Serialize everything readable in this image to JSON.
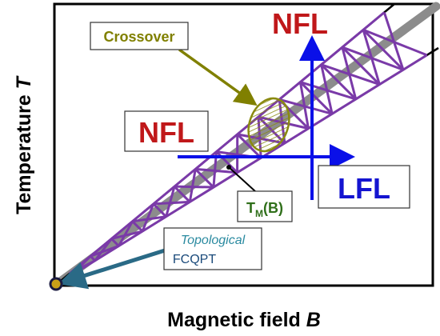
{
  "axes": {
    "x_label_prefix": "Magnetic field ",
    "x_label_var": "B",
    "y_label_prefix": "Temperature ",
    "y_label_var": "T"
  },
  "regions": {
    "nfl_top": "NFL",
    "nfl_left": "NFL",
    "lfl": "LFL"
  },
  "labels": {
    "crossover": "Crossover",
    "tm_prefix": "T",
    "tm_sub": "M",
    "tm_suffix": "(B)",
    "topological": "Topological",
    "fcqpt": "FCQPT"
  },
  "colors": {
    "nfl_text": "#c0181a",
    "lfl_text": "#1414d0",
    "blue_arrows": "#0a10e8",
    "crossover_text": "#808000",
    "crossover_ellipse": "#8a8a10",
    "purple_lattice": "#7a3aa8",
    "grey_band": "#8c8c8c",
    "tm_text": "#2f6f1a",
    "topological_text": "#2a8aa0",
    "fcqpt_text": "#1a4a7a",
    "teal_arrow": "#2a6a86"
  }
}
